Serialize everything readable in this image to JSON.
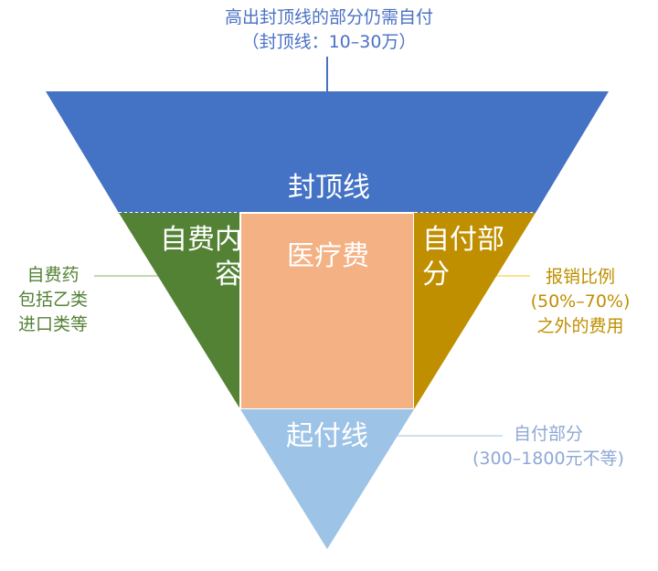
{
  "top_note": {
    "line1": "高出封顶线的部分仍需自付",
    "line2": "（封顶线：10–30万）"
  },
  "cap_label": "封顶线",
  "own_expense": {
    "line1": "自费内",
    "line2": "容"
  },
  "medical_fee_label": "医疗费",
  "self_pay": {
    "line1": "自付部",
    "line2": "分"
  },
  "floor_label": "起付线",
  "left_note": {
    "line1": "自费药",
    "line2": "包括乙类",
    "line3": "进口类等"
  },
  "right_note": {
    "line1": "报销比例",
    "line2": "(50%–70%)",
    "line3": "之外的费用"
  },
  "bottom_note": {
    "line1": "自付部分",
    "line2": "(300–1800元不等)"
  },
  "colors": {
    "cap": "#4472C4",
    "own_expense": "#548235",
    "medical": "#F4B183",
    "self_pay": "#BF8F00",
    "floor": "#9DC3E6"
  }
}
